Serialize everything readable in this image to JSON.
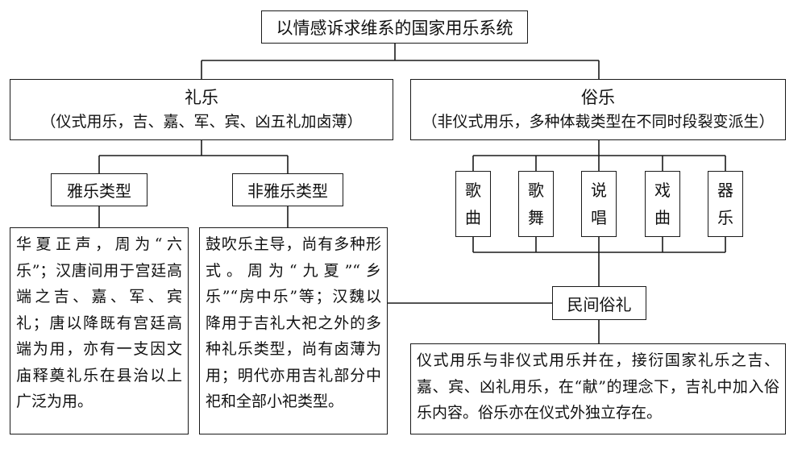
{
  "root": {
    "title": "以情感诉求维系的国家用乐系统"
  },
  "liyue": {
    "title": "礼乐",
    "subtitle": "（仪式用乐，吉、嘉、军、宾、凶五礼加卤薄）",
    "yayue": {
      "title": "雅乐类型",
      "text": "华夏正声，周为“六乐”；汉唐间用于宫廷高端之吉、嘉、军、宾礼；唐以降既有宫廷高端为用，亦有一支因文庙释奠礼乐在县治以上广泛为用。"
    },
    "feiyayue": {
      "title": "非雅乐类型",
      "text": "鼓吹乐主导，尚有多种形式。周为“九夏”“乡乐”“房中乐”等；汉魏以降用于吉礼大祀之外的多种礼乐类型，尚有卤薄为用；明代亦用吉礼部分中祀和全部小祀类型。"
    }
  },
  "suyue": {
    "title": "俗乐",
    "subtitle": "（非仪式用乐，多种体裁类型在不同时段裂变派生）",
    "genres": [
      {
        "l1": "歌",
        "l2": "曲"
      },
      {
        "l1": "歌",
        "l2": "舞"
      },
      {
        "l1": "说",
        "l2": "唱"
      },
      {
        "l1": "戏",
        "l2": "曲"
      },
      {
        "l1": "器",
        "l2": "乐"
      }
    ]
  },
  "minjian": {
    "title": "民间俗礼",
    "text": "仪式用乐与非仪式用乐并在，接衍国家礼乐之吉、嘉、宾、凶礼用乐，在“献”的理念下，吉礼中加入俗乐内容。俗乐亦在仪式外独立存在。"
  }
}
